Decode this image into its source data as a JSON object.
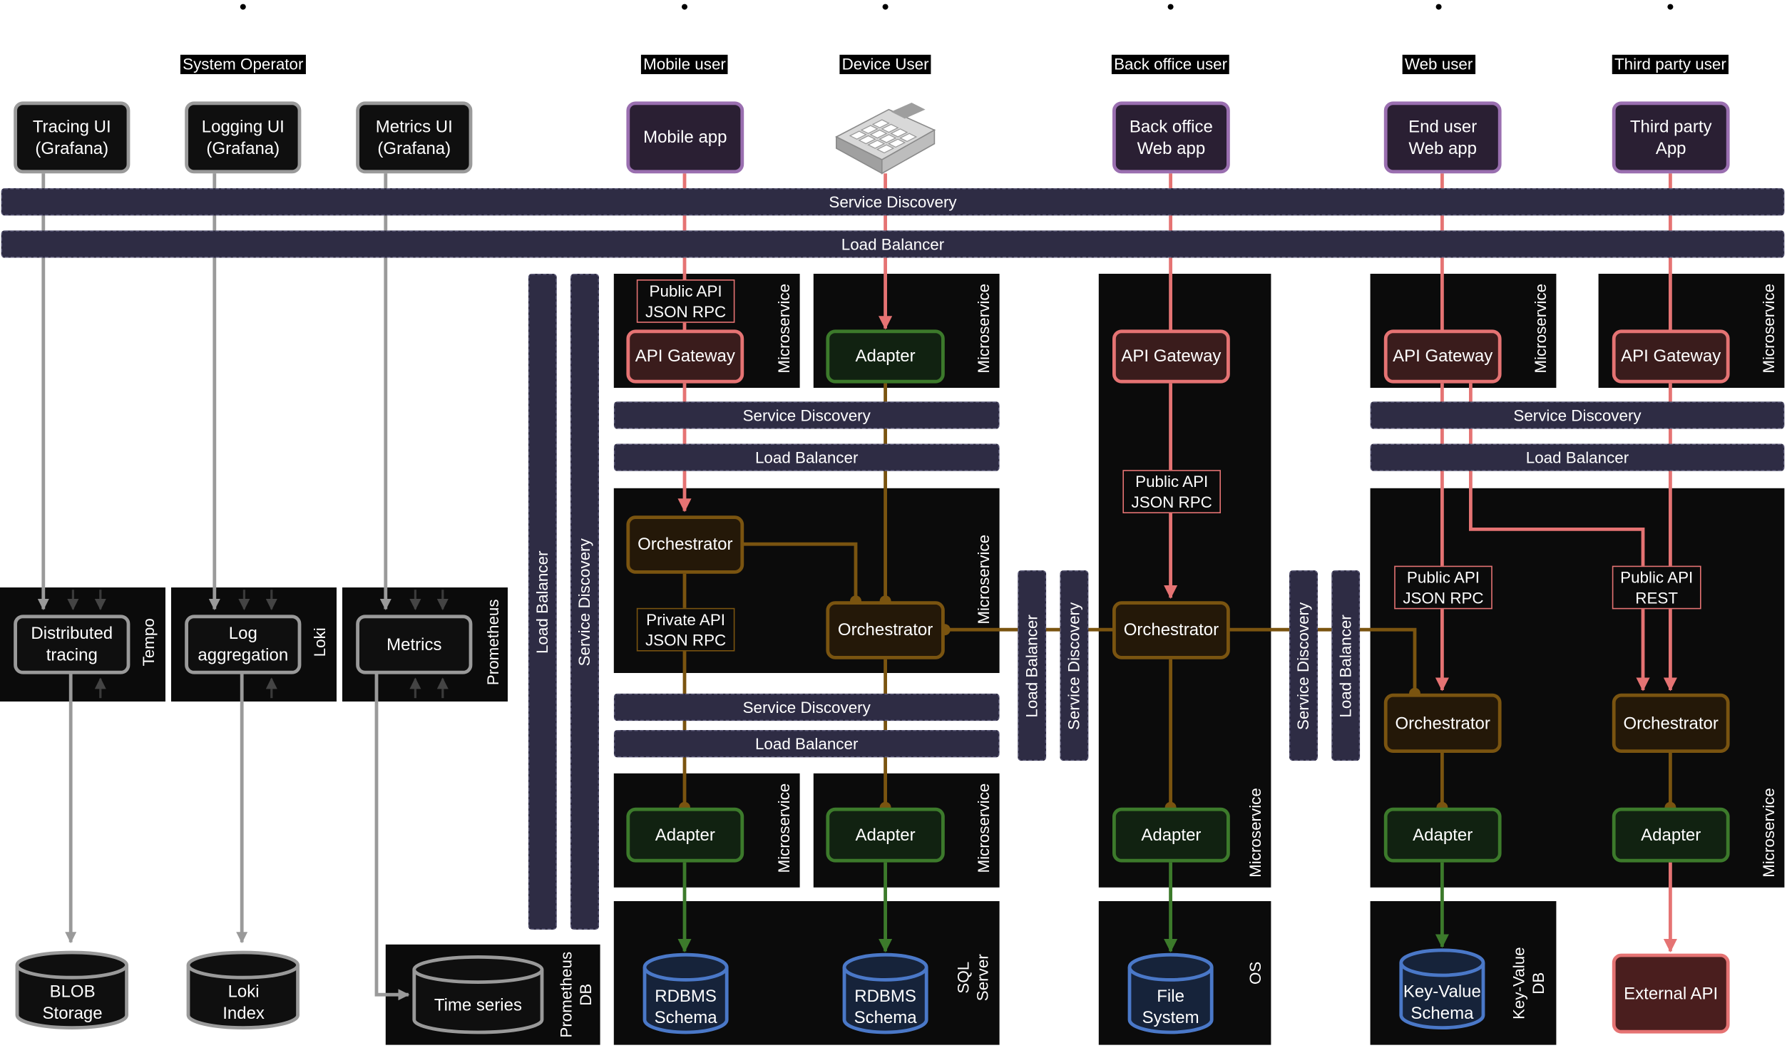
{
  "actors": {
    "system_operator": "System Operator",
    "mobile_user": "Mobile user",
    "device_user": "Device User",
    "back_office_user": "Back office user",
    "web_user": "Web user",
    "third_party_user": "Third party user"
  },
  "clients": {
    "tracing_ui": "Tracing UI\n(Grafana)",
    "logging_ui": "Logging UI\n(Grafana)",
    "metrics_ui": "Metrics UI\n(Grafana)",
    "mobile_app": "Mobile app",
    "back_office_app": "Back office\nWeb app",
    "end_user_app": "End user\nWeb app",
    "third_party_app": "Third party\nApp"
  },
  "bars": {
    "service_discovery": "Service Discovery",
    "load_balancer": "Load Balancer"
  },
  "observability": {
    "tracing": "Distributed\ntracing",
    "tracing_tag": "Tempo",
    "logs": "Log\naggregation",
    "logs_tag": "Loki",
    "metrics": "Metrics",
    "metrics_tag": "Prometheus",
    "blob": "BLOB\nStorage",
    "loki_index": "Loki\nIndex",
    "time_series": "Time series",
    "prom_db": "Prometheus\nDB"
  },
  "components": {
    "microservice": "Microservice",
    "api_gateway": "API Gateway",
    "adapter": "Adapter",
    "orchestrator": "Orchestrator",
    "public_json": "Public API\nJSON RPC",
    "private_json": "Private API\nJSON RPC",
    "public_rest": "Public API\nREST"
  },
  "storage": {
    "rdbms": "RDBMS\nSchema",
    "sql_server": "SQL\nServer",
    "file_system": "File\nSystem",
    "os": "OS",
    "kv": "Key-Value\nSchema",
    "kv_db": "Key-Value\nDB",
    "external_api": "External API"
  },
  "colors": {
    "gray_line": "#9a9a9a",
    "red_line": "#e57373",
    "brown_line": "#7a5410",
    "green_line": "#3c7a2b",
    "bar_fill": "#2e2c44",
    "db_blue": "#4a78c8"
  }
}
